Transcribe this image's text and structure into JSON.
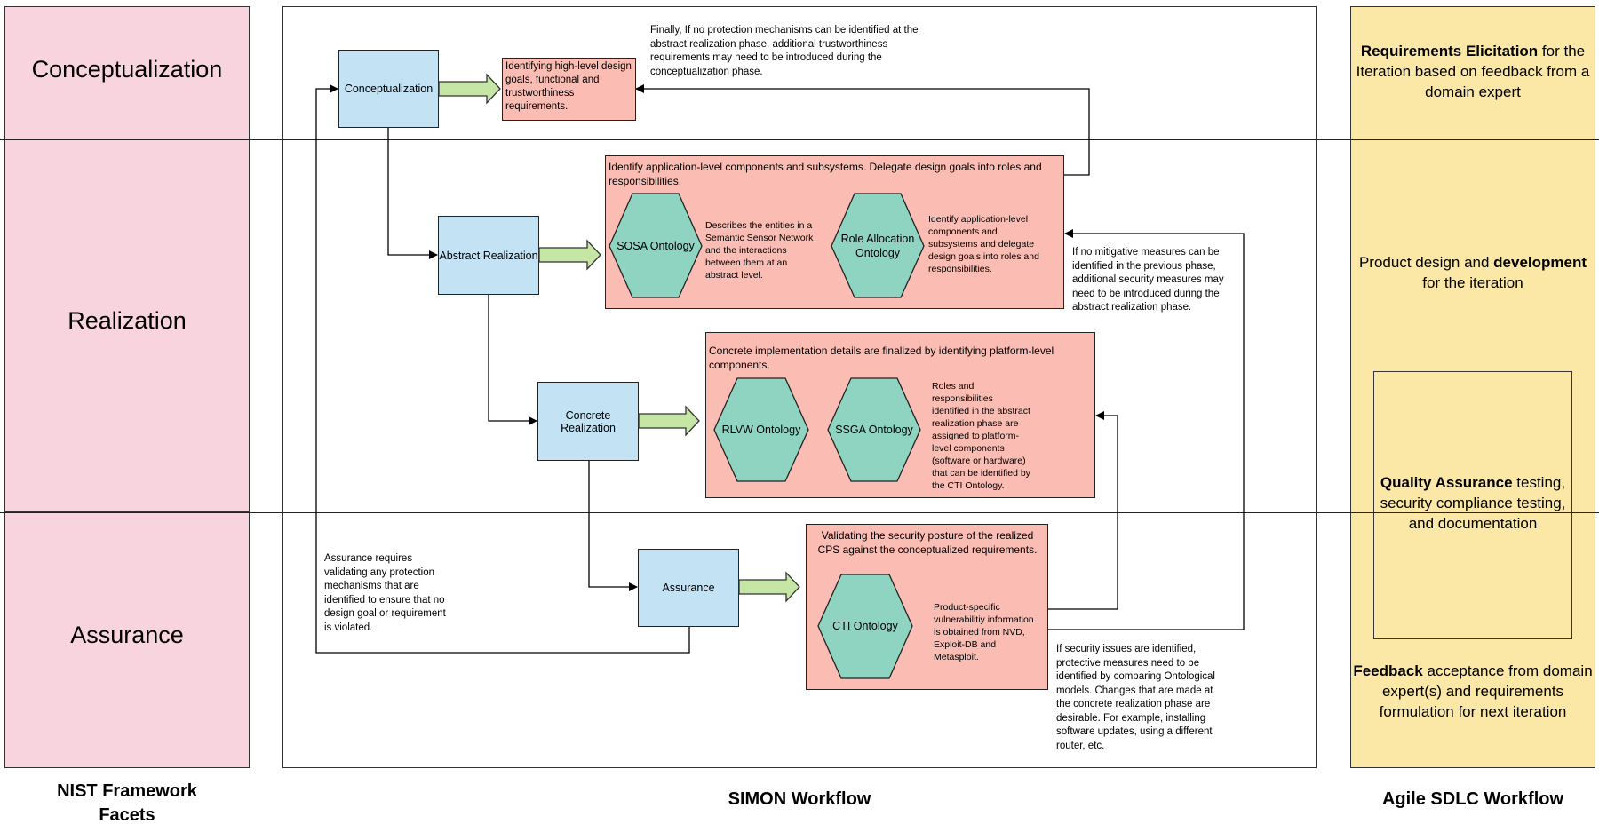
{
  "facets": {
    "conceptualization": "Conceptualization",
    "realization": "Realization",
    "assurance": "Assurance",
    "footer": "NIST Framework Facets"
  },
  "simon": {
    "footer": "SIMON Workflow",
    "steps": {
      "conceptualization": "Conceptualization",
      "abstract_realization": "Abstract Realization",
      "concrete_realization": "Concrete Realization",
      "assurance": "Assurance"
    },
    "boxes": {
      "conceptualization_goals": "Identifying high-level design goals, functional and trustworthiness requirements.",
      "abstract_header": "Identify application-level components and subsystems. Delegate design goals into roles and responsibilities.",
      "concrete_header": "Concrete implementation details are finalized by identifying platform-level components.",
      "assurance_header": "Validating the security posture of the realized CPS against the conceptualized requirements."
    },
    "ontologies": {
      "sosa": "SOSA  Ontology",
      "role_allocation": "Role Allocation Ontology",
      "rlvw": "RLVW  Ontology",
      "ssga": "SSGA  Ontology",
      "cti": "CTI  Ontology"
    },
    "descriptions": {
      "sosa": "Describes the entities in a Semantic Sensor Network and the interactions between them at an abstract level.",
      "role_allocation": "Identify application-level components and subsystems and delegate design goals into roles and responsibilities.",
      "concrete": "Roles and responsibilities identified in the abstract realization phase are assigned to platform-level components (software or hardware) that can be identified by the CTI Ontology.",
      "cti": "Product-specific vulnerabilitiy information is obtained from NVD, Exploit-DB and Metasploit."
    },
    "notes": {
      "finally": "Finally, If no protection mechanisms can be identified at the abstract realization phase, additional trustworthiness requirements may need to be introduced during the conceptualization phase.",
      "mitigative": "If no mitigative measures can be identified in the previous phase, additional security measures may need to be introduced during the abstract realization phase.",
      "assurance_req": "Assurance requires validating any protection mechanisms that are identified to ensure that no design goal or requirement is violated.",
      "security_issues": "If security issues are identified, protective measures need to be identified by comparing Ontological models. Changes that are made at the concrete realization phase are desirable. For example, installing software updates, using a different router, etc."
    }
  },
  "agile": {
    "footer": "Agile SDLC Workflow",
    "requirements": {
      "bold": "Requirements Elicitation",
      "rest": " for the Iteration based on feedback from a domain expert"
    },
    "design": {
      "pre": "Product design and ",
      "bold": "development",
      "rest": " for the iteration"
    },
    "qa": {
      "bold": "Quality Assurance",
      "rest": " testing, security compliance testing, and documentation"
    },
    "feedback": {
      "bold": "Feedback",
      "rest": " acceptance from domain expert(s) and requirements formulation for next iteration"
    }
  },
  "colors": {
    "facet_bg": "#f8d4de",
    "agile_bg": "#fbe8a6",
    "step_bg": "#c3e3f5",
    "detail_bg": "#fbbdb3",
    "ontology_bg": "#8fd3c1",
    "arrow_fill": "#c6e6a6"
  }
}
